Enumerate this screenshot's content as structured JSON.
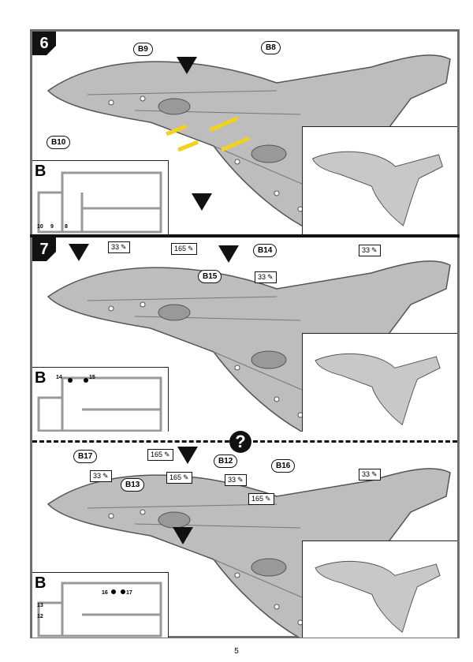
{
  "steps": [
    {
      "number": "6",
      "parts": [
        "B9",
        "B8",
        "B10"
      ],
      "sprue": {
        "letter": "B",
        "numbers": [
          "10",
          "9",
          "8"
        ]
      }
    },
    {
      "number": "7",
      "parts": [
        "B15",
        "B14"
      ],
      "paint": [
        "33",
        "165",
        "33",
        "33"
      ],
      "sprue": {
        "letter": "B",
        "numbers": [
          "14",
          "15"
        ]
      }
    },
    {
      "number": "",
      "parts": [
        "B17",
        "B13",
        "B12",
        "B16"
      ],
      "paint": [
        "165",
        "33",
        "165",
        "33",
        "165",
        "33"
      ],
      "sprue": {
        "letter": "B",
        "numbers": [
          "13",
          "12",
          "16",
          "17"
        ]
      }
    }
  ],
  "optional_marker": "?",
  "page_number": "5",
  "colors": {
    "plane": "#b9b9b9",
    "highlight": "#f2d21c",
    "frame": "#6f6f6f"
  }
}
